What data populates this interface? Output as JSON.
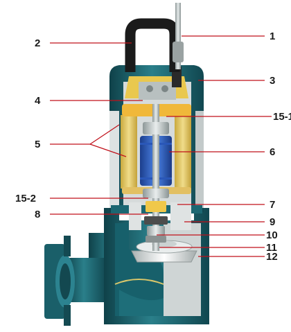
{
  "callouts": {
    "c1": "1",
    "c2": "2",
    "c3": "3",
    "c4": "4",
    "c5": "5",
    "c6": "6",
    "c7": "7",
    "c8": "8",
    "c9": "9",
    "c10": "10",
    "c11": "11",
    "c12": "12",
    "c15_1": "15-1",
    "c15_2": "15-2"
  },
  "colors": {
    "casing_teal": "#1f6d78",
    "casing_dark": "#144a52",
    "handle_black": "#1b1b1b",
    "stator_yellow": "#e8cf6e",
    "rotor_blue": "#2f63c8",
    "leader_red": "#c0101a",
    "cut_face": "#cfd5d5"
  }
}
